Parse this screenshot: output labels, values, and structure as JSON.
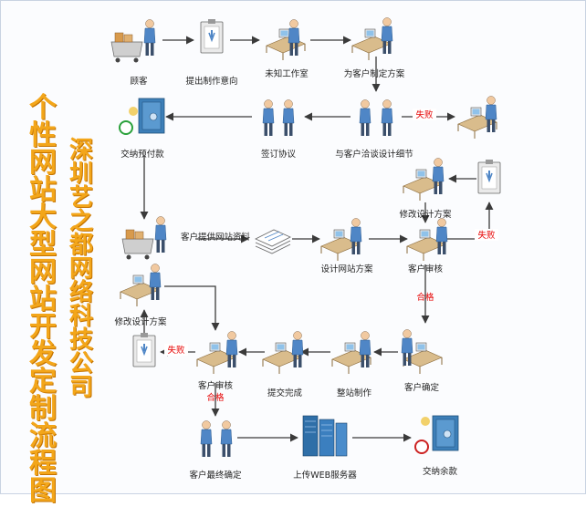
{
  "title_left": "个性网站大型网站开发定制流程图",
  "title_right": "深圳艺之都网络科技公司",
  "nodes": [
    {
      "id": "n1",
      "label": "顾客",
      "icon": "shopping-cart-person-icon"
    },
    {
      "id": "n2",
      "label": "提出制作意向",
      "icon": "document-clipboard-icon"
    },
    {
      "id": "n3",
      "label": "未知工作室",
      "icon": "workstation-desk-icon"
    },
    {
      "id": "n4",
      "label": "为客户制定方案",
      "icon": "designer-desk-icon"
    },
    {
      "id": "n5",
      "label": "交纳预付款",
      "icon": "money-vault-icon"
    },
    {
      "id": "n6",
      "label": "签订协议",
      "icon": "handshake-icon"
    },
    {
      "id": "n7",
      "label": "与客户洽谈设计细节",
      "icon": "two-people-meeting-icon"
    },
    {
      "id": "n8",
      "label": "",
      "icon": "rejected-desk-icon"
    },
    {
      "id": "n9",
      "label": "修改设计方案",
      "icon": "designer-desk-icon"
    },
    {
      "id": "n10",
      "label": "",
      "icon": "document-clipboard-icon"
    },
    {
      "id": "n11",
      "label": "客户提供网站资料",
      "icon": "shopping-cart-person-icon"
    },
    {
      "id": "n12",
      "label": "",
      "icon": "paper-stack-icon"
    },
    {
      "id": "n13",
      "label": "设计网站方案",
      "icon": "designer-desk-icon"
    },
    {
      "id": "n14",
      "label": "客户审核",
      "icon": "reviewer-desk-icon"
    },
    {
      "id": "n15",
      "label": "修改设计方案",
      "icon": "designer-desk-icon"
    },
    {
      "id": "n16",
      "label": "",
      "icon": "document-clipboard-icon"
    },
    {
      "id": "n17",
      "label": "客户审核",
      "icon": "reviewer-desk-icon"
    },
    {
      "id": "n18",
      "label": "提交完成",
      "icon": "designer-desk-icon"
    },
    {
      "id": "n19",
      "label": "整站制作",
      "icon": "workstation-desk-icon"
    },
    {
      "id": "n20",
      "label": "客户确定",
      "icon": "reviewer-desk-icon"
    },
    {
      "id": "n21",
      "label": "客户最终确定",
      "icon": "handshake-icon"
    },
    {
      "id": "n22",
      "label": "上传WEB服务器",
      "icon": "server-rack-icon"
    },
    {
      "id": "n23",
      "label": "交纳余款",
      "icon": "money-vault-icon"
    }
  ],
  "edge_labels": {
    "fail1": "失败",
    "fail2": "失败",
    "fail3": "失败",
    "pass1": "合格",
    "pass2": "合格"
  },
  "colors": {
    "title": "#f3a61a",
    "fail": "#e60000",
    "line": "#3a3a3a",
    "person_shirt": "#4f86c6",
    "desk": "#d2b48c",
    "vault": "#3d7fb8",
    "server": "#2f6fa8"
  }
}
